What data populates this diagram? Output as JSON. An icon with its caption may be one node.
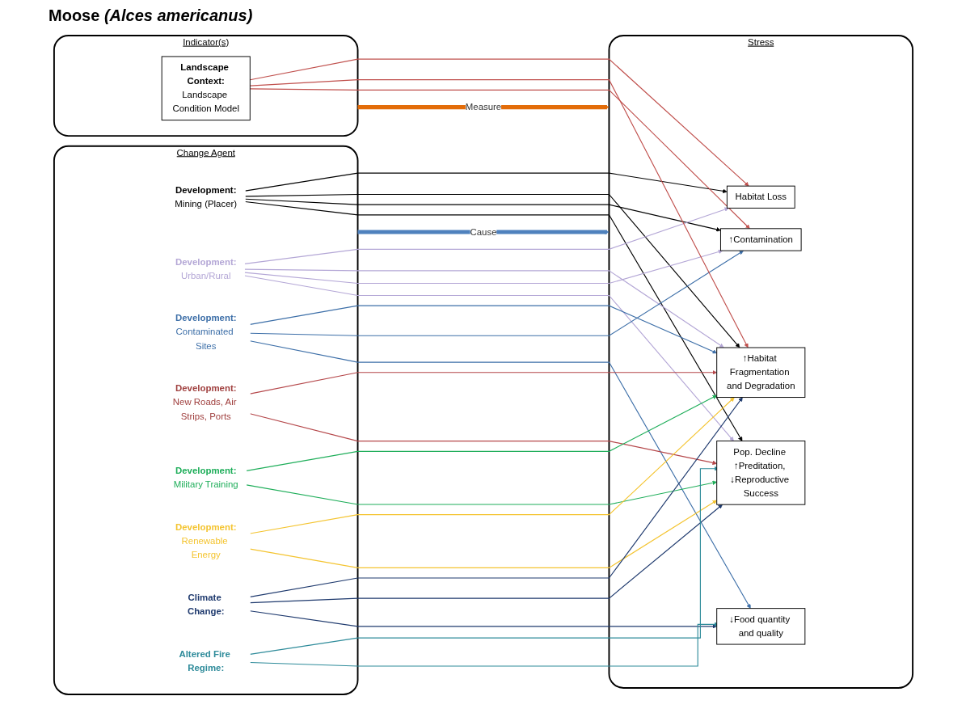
{
  "diagram": {
    "title": "Moose *(Alces americanus)*",
    "nodes": [
      {
        "text": [
          "Change Agent"
        ]
      },
      {
        "text": [
          "Stress"
        ]
      },
      {
        "text": [
          "Indicator(s)"
        ]
      },
      {
        "text": [
          "Development:",
          "Mining (Placer)"
        ],
        "in": 0
      },
      {
        "text": [
          "Development:",
          "Urban/Rural"
        ],
        "in": 0
      },
      {
        "text": [
          "Development:",
          "Contaminated Sites"
        ],
        "in": 0
      },
      {
        "text": [
          "Development:",
          "New Roads, Air Strips, Ports"
        ],
        "in": 0
      },
      {
        "text": [
          "Development:",
          "Military Training"
        ],
        "in": 0
      },
      {
        "text": [
          "Development:",
          "Renewable Energy"
        ],
        "in": 0
      },
      {
        "text": [
          "Climate Change:"
        ],
        "in": 0
      },
      {
        "text": [
          "Altered Fire Regime:"
        ],
        "in": 0
      },
      {
        "text": [
          "Habitat  Loss"
        ],
        "in": 1
      },
      {
        "text": [
          "↑Habitat Fragmentation and Degradation"
        ],
        "in": 1
      },
      {
        "text": [
          "↑Contamination"
        ],
        "in": 1
      },
      {
        "text": [
          "Pop. Decline ↑Preditation, ↓Reproductive Success"
        ],
        "in": 1
      },
      {
        "text": [
          "↓Food quantity and quality"
        ],
        "in": 1
      },
      {
        "text": [
          "Landscape Context:",
          "Landscape Condition Model"
        ],
        "in": 2
      }
    ],
    "edges": [
      {
        "from": 0,
        "to": 1,
        "arrow": "to",
        "label": "Cause",
        "style": "thick",
        "color": "#4f81bd"
      },
      {
        "from": 2,
        "to": 1,
        "arrow": "to",
        "label": "Measure",
        "style": "thick",
        "color": "#e36c09"
      },
      {
        "from": 3,
        "to": 11,
        "arrow": "to",
        "color": "#000000"
      },
      {
        "from": 3,
        "to": 12,
        "arrow": "to",
        "color": "#000000"
      },
      {
        "from": 3,
        "to": 13,
        "arrow": "to",
        "color": "#000000"
      },
      {
        "from": 3,
        "to": 14,
        "arrow": "to",
        "color": "#000000"
      },
      {
        "from": 4,
        "to": 11,
        "arrow": "to",
        "color": "#b4a7d6"
      },
      {
        "from": 4,
        "to": 12,
        "arrow": "to",
        "color": "#b4a7d6"
      },
      {
        "from": 4,
        "to": 13,
        "arrow": "to",
        "color": "#b4a7d6"
      },
      {
        "from": 4,
        "to": 14,
        "arrow": "to",
        "color": "#b4a7d6"
      },
      {
        "from": 5,
        "to": 12,
        "arrow": "to",
        "color": "#3d6fa8"
      },
      {
        "from": 5,
        "to": 13,
        "arrow": "to",
        "color": "#3d6fa8"
      },
      {
        "from": 5,
        "to": 15,
        "arrow": "to",
        "color": "#3d6fa8"
      },
      {
        "from": 6,
        "to": 12,
        "arrow": "to",
        "color": "#b5474a"
      },
      {
        "from": 6,
        "to": 14,
        "arrow": "to",
        "color": "#b5474a"
      },
      {
        "from": 7,
        "to": 12,
        "arrow": "to",
        "color": "#1fae5a"
      },
      {
        "from": 7,
        "to": 14,
        "arrow": "to",
        "color": "#1fae5a"
      },
      {
        "from": 8,
        "to": 12,
        "arrow": "to",
        "color": "#f4c430"
      },
      {
        "from": 8,
        "to": 14,
        "arrow": "to",
        "color": "#f4c430"
      },
      {
        "from": 9,
        "to": 12,
        "arrow": "to",
        "color": "#1f3a6e"
      },
      {
        "from": 9,
        "to": 14,
        "arrow": "to",
        "color": "#1f3a6e"
      },
      {
        "from": 9,
        "to": 15,
        "arrow": "to",
        "color": "#1f3a6e"
      },
      {
        "from": 10,
        "to": 11,
        "arrow": "to",
        "color": "#2e8b9a"
      },
      {
        "from": 10,
        "to": 12,
        "arrow": "to",
        "color": "#2e8b9a"
      },
      {
        "from": 16,
        "to": 11,
        "arrow": "to",
        "color": "#c0504d"
      },
      {
        "from": 16,
        "to": 12,
        "arrow": "to",
        "color": "#c0504d"
      },
      {
        "from": 16,
        "to": 13,
        "arrow": "to",
        "color": "#c0504d"
      }
    ]
  }
}
